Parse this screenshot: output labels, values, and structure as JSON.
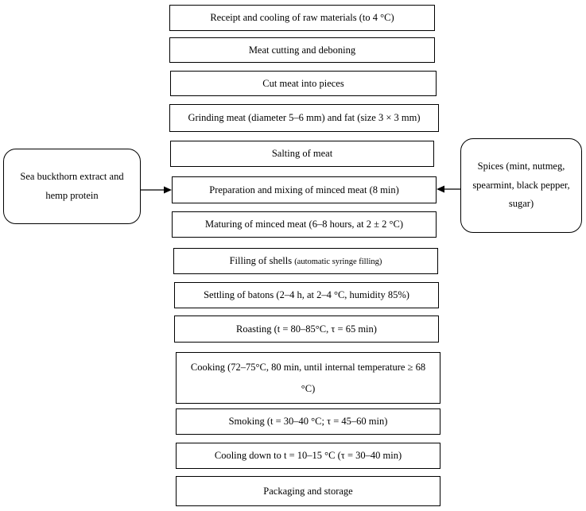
{
  "steps": {
    "receipt": "Receipt and cooling of raw materials (to 4 °C)",
    "cutting": "Meat cutting and deboning",
    "pieces": "Cut meat into pieces",
    "grinding": "Grinding meat (diameter 5–6 mm) and fat (size 3 × 3 mm)",
    "salting": "Salting of meat",
    "mixing": "Preparation and mixing of minced meat (8 min)",
    "maturing": "Maturing of minced meat (6–8 hours, at 2 ± 2 °C)",
    "filling": "Filling of shells",
    "filling_note": "(automatic syringe filling)",
    "settling": "Settling of batons (2–4 h, at 2–4 °C, humidity 85%)",
    "roasting": "Roasting (t = 80–85°C, τ = 65 min)",
    "cooking": "Cooking (72–75°C, 80 min, until internal temperature ≥ 68 °C)",
    "smoking": "Smoking (t = 30–40 °C; τ = 45–60 min)",
    "cooling": "Cooling down to t = 10–15 °C (τ = 30–40 min)",
    "packaging": "Packaging and storage"
  },
  "inputs": {
    "left": "Sea buckthorn extract and hemp protein",
    "right": "Spices (mint, nutmeg, spearmint, black pepper, sugar)"
  }
}
